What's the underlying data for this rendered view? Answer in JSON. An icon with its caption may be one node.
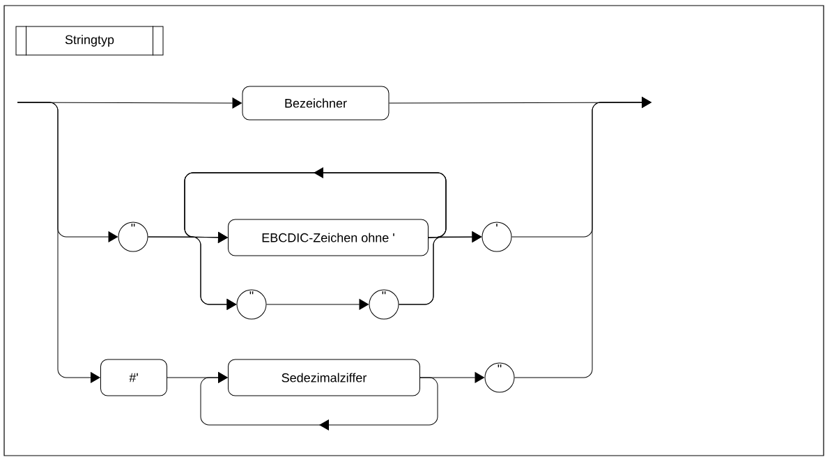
{
  "diagram": {
    "nodes": [
      {
        "text": [
          "Stringtyp"
        ]
      },
      {
        "text": [
          "Bezeichner"
        ]
      },
      {
        "text": [
          "\""
        ]
      },
      {
        "text": [
          "EBCDIC-Zeichen ohne '"
        ]
      },
      {
        "text": [
          "'"
        ]
      },
      {
        "text": [
          "\""
        ]
      },
      {
        "text": [
          "\""
        ]
      },
      {
        "text": [
          "#'"
        ]
      },
      {
        "text": [
          "Sedezimalziffer"
        ]
      },
      {
        "text": [
          "\""
        ]
      }
    ],
    "edges": [
      {
        "from": null,
        "to": 1,
        "arrow": "to"
      },
      {
        "from": null,
        "to": 2,
        "arrow": "to"
      },
      {
        "from": null,
        "to": 7,
        "arrow": "to"
      },
      {
        "from": 1,
        "to": null,
        "arrow": "to"
      },
      {
        "from": 2,
        "to": 3,
        "arrow": "to"
      },
      {
        "from": 2,
        "to": 5,
        "arrow": "to"
      },
      {
        "from": 5,
        "to": 6,
        "arrow": "to"
      },
      {
        "from": 3,
        "to": 4,
        "arrow": "to"
      },
      {
        "from": 6,
        "to": 4,
        "arrow": "to"
      },
      {
        "from": 3,
        "to": 3,
        "arrow": "to"
      },
      {
        "from": 3,
        "to": 5,
        "arrow": "to"
      },
      {
        "from": 6,
        "to": 3,
        "arrow": "to"
      },
      {
        "from": 4,
        "to": null,
        "arrow": "to"
      },
      {
        "from": 7,
        "to": 8,
        "arrow": "to"
      },
      {
        "from": 8,
        "to": 9,
        "arrow": "to"
      },
      {
        "from": 8,
        "to": 8,
        "arrow": "to"
      },
      {
        "from": 9,
        "to": null,
        "arrow": "to"
      }
    ]
  }
}
